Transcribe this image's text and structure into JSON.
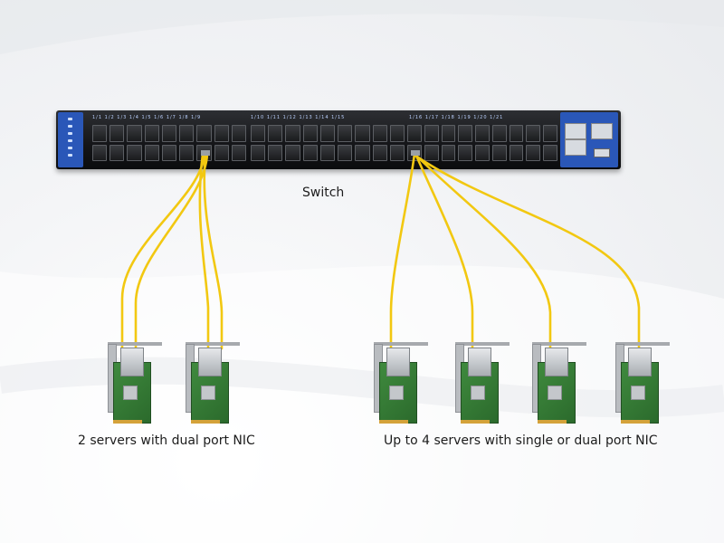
{
  "labels": {
    "switch": "Switch",
    "left_group": "2 servers with dual port NIC",
    "right_group": "Up to 4 servers with single or dual port NIC"
  },
  "colors": {
    "cable": "#f2c811",
    "switch_body": "#141518",
    "switch_panel": "#2a57b8",
    "nic_pcb": "#2f7230"
  }
}
